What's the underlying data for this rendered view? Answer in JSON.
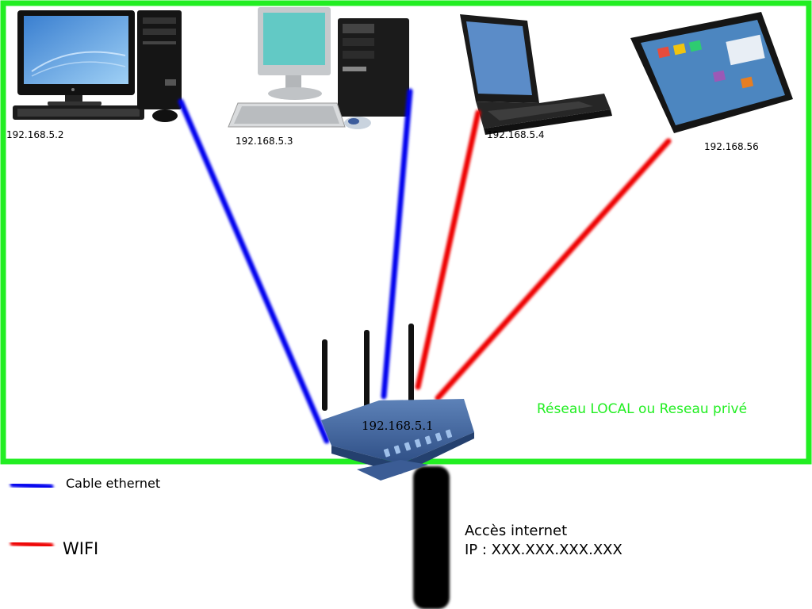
{
  "network": {
    "zone_label": "Réseau LOCAL ou Reseau privé",
    "zone_color": "#22ee22",
    "router": {
      "ip": "192.168.5.1",
      "icon": "router-icon"
    },
    "devices": [
      {
        "ip": "192.168.5.2",
        "icon": "desktop-computer-icon",
        "connection": "ethernet"
      },
      {
        "ip": "192.168.5.3",
        "icon": "desktop-computer-icon",
        "connection": "ethernet"
      },
      {
        "ip": "192.168.5.4",
        "icon": "laptop-icon",
        "connection": "wifi"
      },
      {
        "ip": "192.168.56",
        "icon": "tablet-icon",
        "connection": "wifi"
      }
    ]
  },
  "internet": {
    "line1": "Accès internet",
    "line2": "IP : XXX.XXX.XXX.XXX",
    "cable_color": "#000000"
  },
  "legend": [
    {
      "label": "Cable ethernet",
      "color": "#0000ee"
    },
    {
      "label": "WIFI",
      "color": "#ee0000"
    }
  ]
}
